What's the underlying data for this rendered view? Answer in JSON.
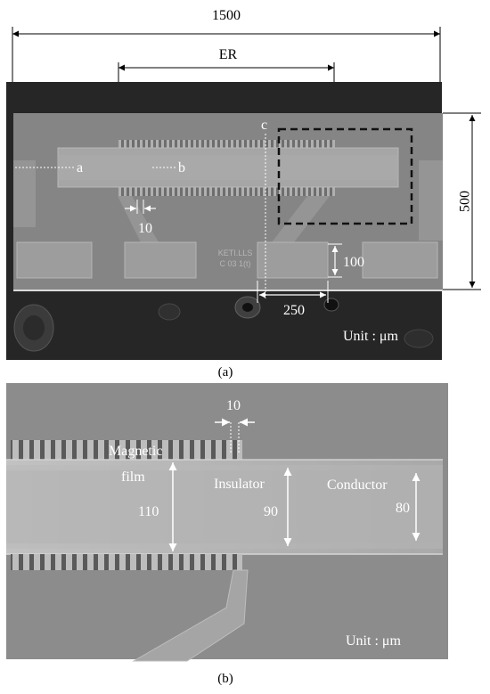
{
  "panel_a": {
    "dim_total_width": "1500",
    "dim_er": "ER",
    "dim_height": "500",
    "dim_gap": "10",
    "dim_pad_height": "100",
    "dim_pad_width": "250",
    "label_a": "a",
    "label_b": "b",
    "label_c": "c",
    "chip_text_line1": "KETI.LLS",
    "chip_text_line2": "C 03 1(t)",
    "unit": "Unit : μm",
    "caption": "(a)"
  },
  "panel_b": {
    "dim_gap": "10",
    "label_magnetic_line1": "Magnetic",
    "label_magnetic_line2": "film",
    "value_magnetic": "110",
    "label_insulator": "Insulator",
    "value_insulator": "90",
    "label_conductor": "Conductor",
    "value_conductor": "80",
    "unit": "Unit : μm",
    "caption": "(b)"
  },
  "colors": {
    "sem_dark": "#262626",
    "chip_gray": "#858585",
    "film_gray": "#a3a3a3",
    "panel_b_bg": "#8c8c8c"
  }
}
